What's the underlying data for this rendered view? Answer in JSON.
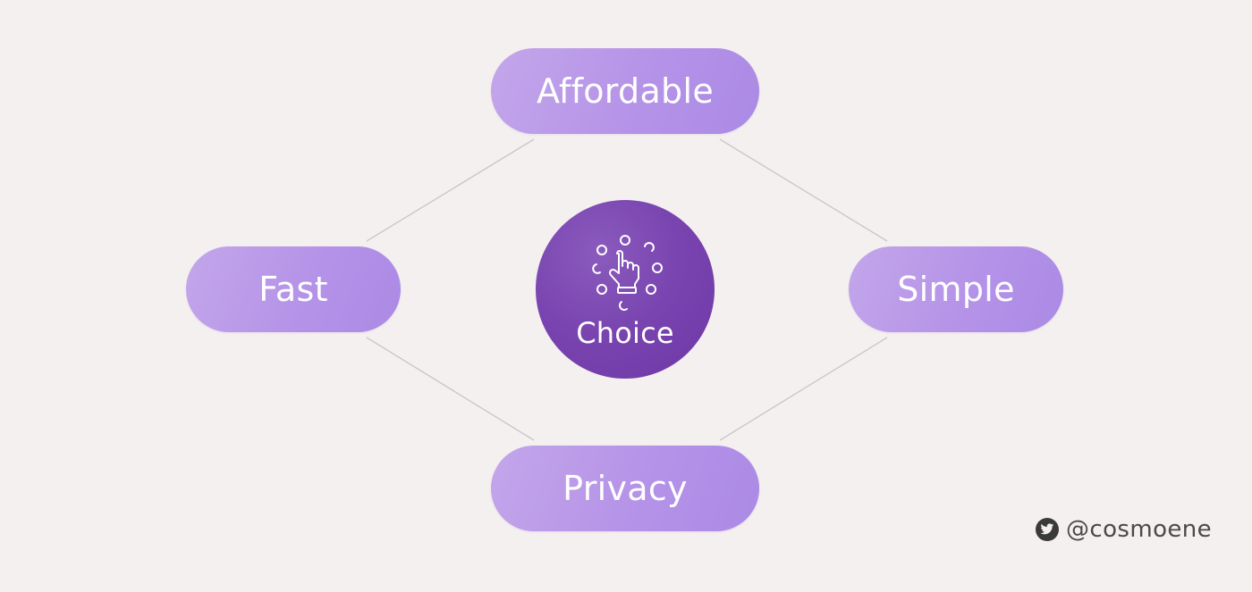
{
  "diagram": {
    "center": {
      "label": "Choice",
      "icon": "pointer-choice-icon"
    },
    "nodes": {
      "top": "Affordable",
      "left": "Fast",
      "right": "Simple",
      "bottom": "Privacy"
    }
  },
  "credit": {
    "icon": "twitter-bird-icon",
    "handle": "@cosmoene"
  },
  "colors": {
    "background": "#f4f0ef",
    "pill": "#b99aea",
    "hub": "#7440ad",
    "connector": "#cdc8c8",
    "credit_text": "#4a4a4a"
  }
}
